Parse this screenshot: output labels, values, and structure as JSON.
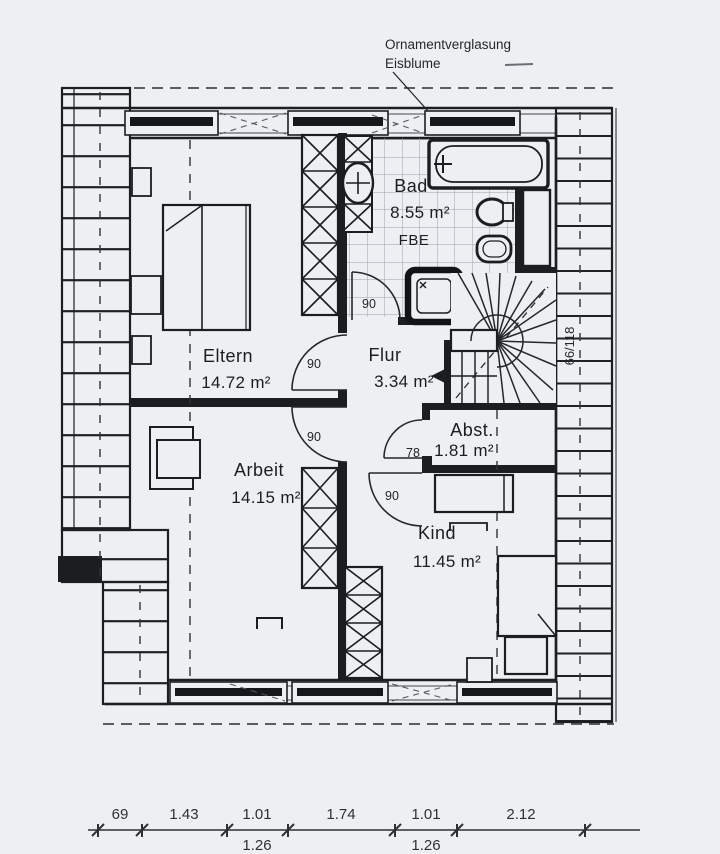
{
  "plan": {
    "annotations": {
      "glazing_line1": "Ornamentverglasung",
      "glazing_line2": "Eisblume",
      "roof_window": "66/118"
    },
    "rooms": {
      "eltern": {
        "name": "Eltern",
        "area": "14.72 m²"
      },
      "bad": {
        "name": "Bad",
        "area": "8.55 m²",
        "floor_note": "FBE"
      },
      "flur": {
        "name": "Flur",
        "area": "3.34 m²"
      },
      "abst": {
        "name": "Abst.",
        "area": "1.81 m²"
      },
      "arbeit": {
        "name": "Arbeit",
        "area": "14.15 m²"
      },
      "kind": {
        "name": "Kind",
        "area": "11.45 m²"
      }
    },
    "doors": {
      "eltern": "90",
      "bad": "90",
      "arbeit": "90",
      "kind": "90",
      "abst": "78"
    },
    "dimension_line": {
      "segments": [
        {
          "label": "69"
        },
        {
          "label": "1.43"
        },
        {
          "label": "1.01",
          "sub": "1.26"
        },
        {
          "label": "1.74"
        },
        {
          "label": "1.01",
          "sub": "1.26"
        },
        {
          "label": "2.12"
        }
      ]
    },
    "colors": {
      "paper": "#edeff3",
      "ink": "#1c1d20",
      "tile": "#99a0aa",
      "dimension": "#2e3033"
    }
  }
}
